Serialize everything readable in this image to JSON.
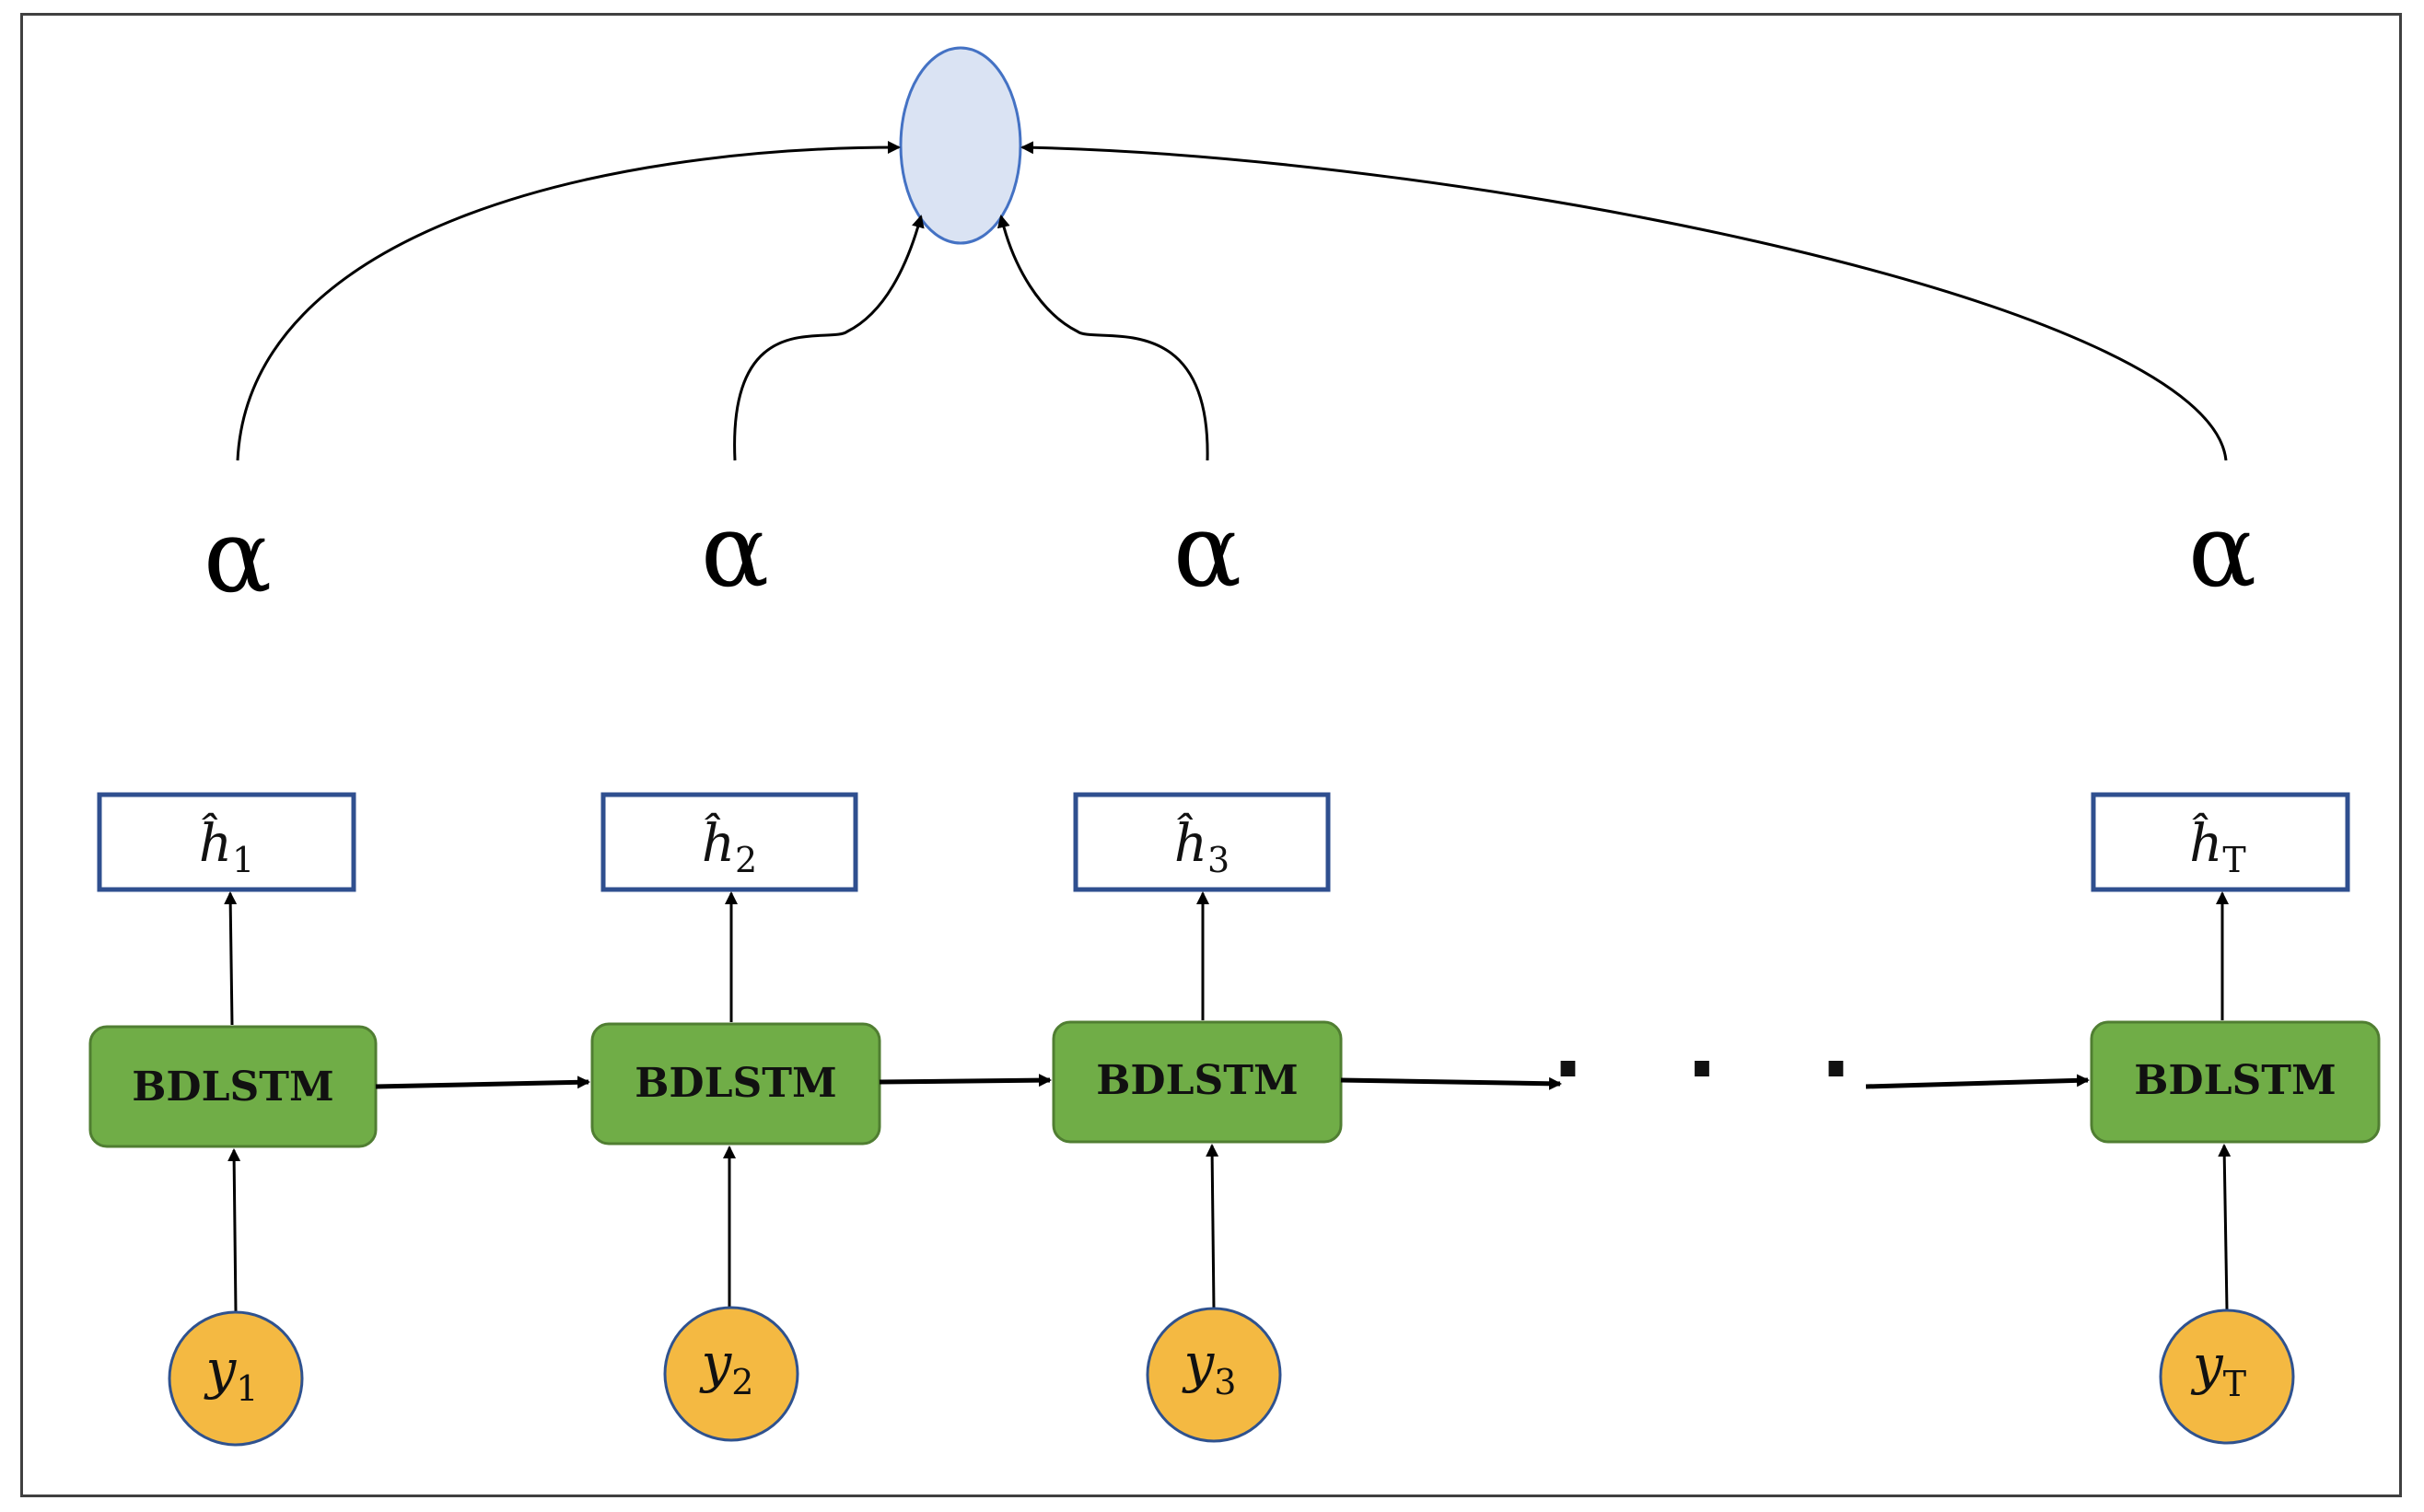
{
  "diagram": {
    "alpha_label": "α",
    "ellipsis": "· · ·",
    "steps": [
      {
        "lstm_label": "BDLSTM",
        "h_base": "ĥ",
        "h_sub": "1",
        "y_base": "y",
        "y_sub": "1"
      },
      {
        "lstm_label": "BDLSTM",
        "h_base": "ĥ",
        "h_sub": "2",
        "y_base": "y",
        "y_sub": "2"
      },
      {
        "lstm_label": "BDLSTM",
        "h_base": "ĥ",
        "h_sub": "3",
        "y_base": "y",
        "y_sub": "3"
      },
      {
        "lstm_label": "BDLSTM",
        "h_base": "ĥ",
        "h_sub": "T",
        "y_base": "y",
        "y_sub": "T"
      }
    ],
    "colors": {
      "lstm_fill": "#70ad47",
      "lstm_stroke": "#507e32",
      "input_fill": "#f4b942",
      "input_stroke": "#2f528f",
      "hidden_stroke": "#2f4f8f",
      "attention_fill": "#dae3f3",
      "attention_stroke": "#4472c4"
    }
  }
}
